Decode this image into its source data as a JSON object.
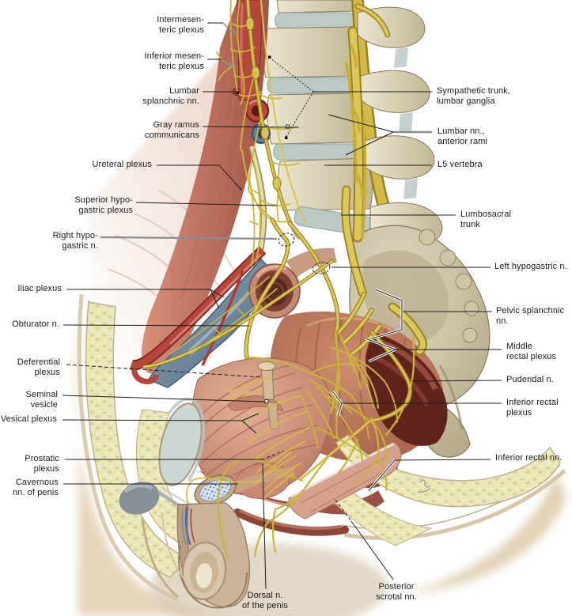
{
  "palette": {
    "background": "#ffffff",
    "label_text": "#1b1b1b",
    "leader_line": "#1c1c1c",
    "leader_line_gray": "#8c8c8c",
    "nerve_yellow": "#d8c14f",
    "artery_red": "#b4483e",
    "vein_blue": "#6c8aa8",
    "bone": "#cfc5aa",
    "disc": "#bcc9c3",
    "muscle": "#c98a74",
    "fat": "#ebe7ba",
    "skin": "#d9c6a9",
    "symphysis": "#ccd7d4"
  },
  "labels": [
    {
      "id": "intermesenteric-plexus",
      "text": "Intermesen-\nteric plexus"
    },
    {
      "id": "inferior-mesenteric-plexus",
      "text": "Inferior mesen-\nteric plexus"
    },
    {
      "id": "lumbar-splanchnic-nerves",
      "text": "Lumbar\nsplanchnic nn."
    },
    {
      "id": "gray-ramus-communicans",
      "text": "Gray ramus\ncommunicans"
    },
    {
      "id": "ureteral-plexus",
      "text": "Ureteral plexus"
    },
    {
      "id": "superior-hypogastric-plexus",
      "text": "Superior hypo-\ngastric plexus"
    },
    {
      "id": "right-hypogastric-nerve",
      "text": "Right hypo-\ngastric n."
    },
    {
      "id": "iliac-plexus",
      "text": "Iliac plexus"
    },
    {
      "id": "obturator-nerve",
      "text": "Obturator n."
    },
    {
      "id": "deferential-plexus",
      "text": "Deferential\nplexus"
    },
    {
      "id": "seminal-vesicle",
      "text": "Seminal vesicle"
    },
    {
      "id": "vesical-plexus",
      "text": "Vesical plexus"
    },
    {
      "id": "prostatic-plexus",
      "text": "Prostatic plexus"
    },
    {
      "id": "cavernous-nerves-of-penis",
      "text": "Cavernous\nnn. of penis"
    },
    {
      "id": "sympathetic-trunk-lumbar-ganglia",
      "text": "Sympathetic trunk,\nlumbar ganglia"
    },
    {
      "id": "lumbar-nerves-anterior-rami",
      "text": "Lumbar nn.,\nanterior rami"
    },
    {
      "id": "l5-vertebra",
      "text": "L5 vertebra"
    },
    {
      "id": "lumbosacral-trunk",
      "text": "Lumbosacral\ntrunk"
    },
    {
      "id": "left-hypogastric-nerve",
      "text": "Left hypogastric n."
    },
    {
      "id": "pelvic-splanchnic-nerves",
      "text": "Pelvic splanchnic nn."
    },
    {
      "id": "middle-rectal-plexus",
      "text": "Middle\nrectal plexus"
    },
    {
      "id": "pudendal-nerve",
      "text": "Pudendal n."
    },
    {
      "id": "inferior-rectal-plexus",
      "text": "Inferior rectal\nplexus"
    },
    {
      "id": "inferior-rectal-nerves",
      "text": "Inferior rectal nn."
    },
    {
      "id": "dorsal-nerve-of-penis",
      "text": "Dorsal n.\nof the penis"
    },
    {
      "id": "posterior-scrotal-nerves",
      "text": "Posterior\nscrotal nn."
    }
  ]
}
